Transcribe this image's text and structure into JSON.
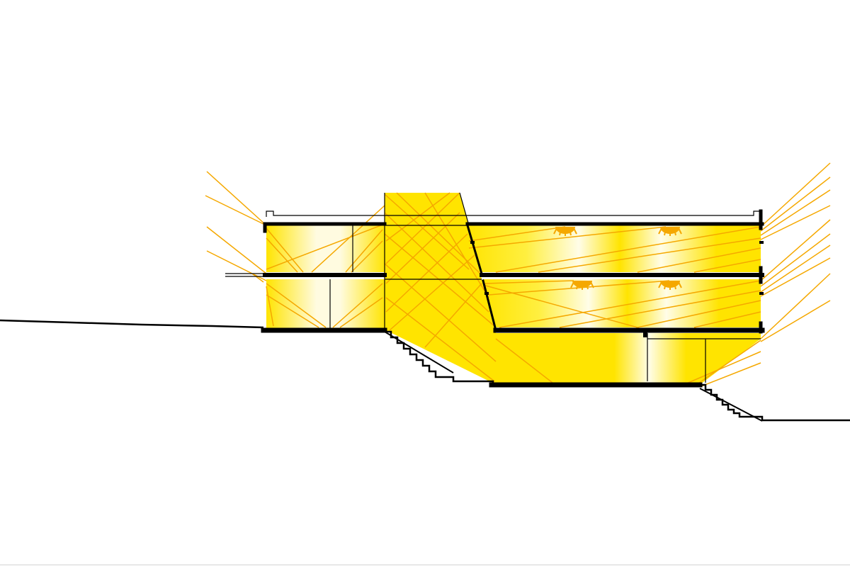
{
  "diagram": {
    "kind": "architectural-section-daylight",
    "colors": {
      "background": "#ffffff",
      "daylight_fill": "#ffe400",
      "daylight_glow": "#fffbe0",
      "light_ray": "#f5a800",
      "structure": "#000000",
      "bottom_rule": "#cfcfcf"
    },
    "elements": {
      "levels": [
        "upper-floor",
        "middle-floor",
        "lower-floor"
      ],
      "ceiling_light_fixtures": 4,
      "stairs": 2,
      "atrium_lightwell": 1
    }
  }
}
